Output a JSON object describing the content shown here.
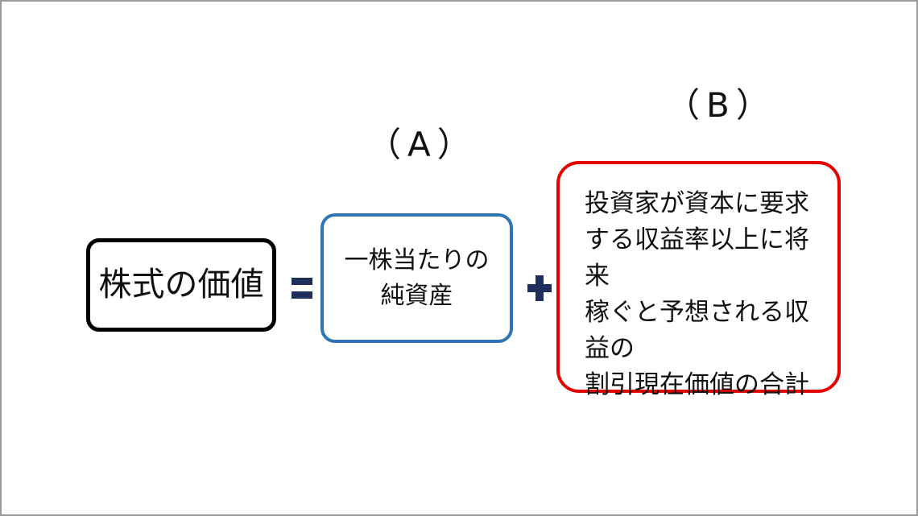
{
  "diagram": {
    "main_label": "株式の価値",
    "operators": {
      "equals": "=",
      "plus": "+"
    },
    "component_a": {
      "label": "（A）",
      "text": "一株当たりの\n純資産"
    },
    "component_b": {
      "label": "（B）",
      "text": "投資家が資本に要求\nする収益率以上に将来\n稼ぐと予想される収益の\n割引現在価値の合計"
    },
    "colors": {
      "main_border": "#000000",
      "component_a_border": "#2f75b5",
      "component_b_border": "#e30000",
      "operator_fill": "#1f2f5c"
    }
  }
}
